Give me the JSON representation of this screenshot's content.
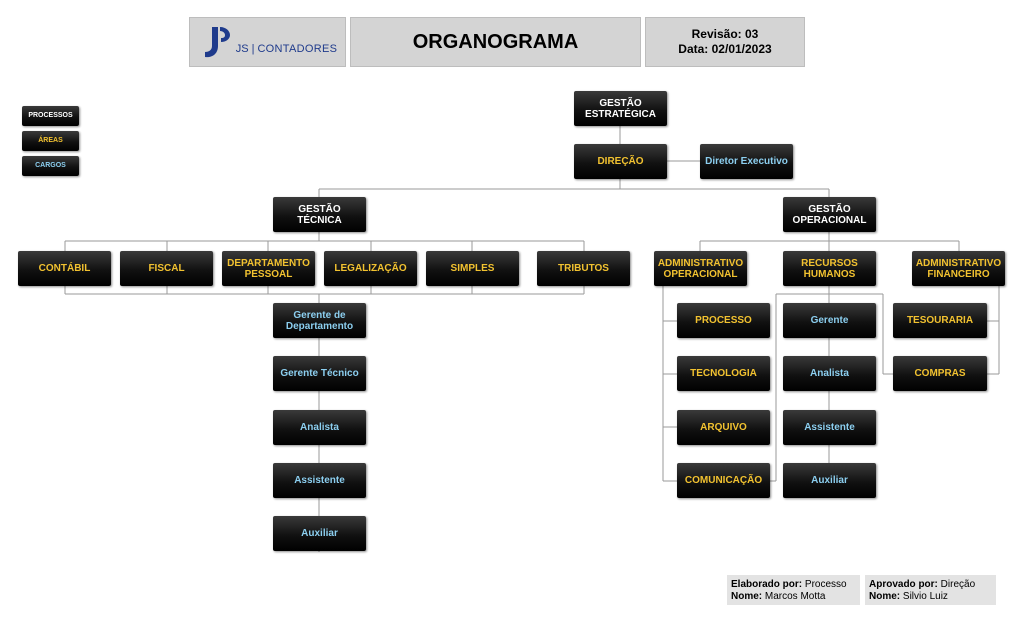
{
  "header": {
    "logo_letters": "JS",
    "logo_text": "CONTADORES",
    "title": "ORGANOGRAMA",
    "revision": "Revisão: 03",
    "date": "Data: 02/01/2023"
  },
  "legend": {
    "processos": "PROCESSOS",
    "areas": "ÁREAS",
    "cargos": "CARGOS"
  },
  "nodes": {
    "gestao_estrategica": "GESTÃO ESTRATÉGICA",
    "direcao": "DIREÇÃO",
    "diretor_executivo": "Diretor Executivo",
    "gestao_tecnica": "GESTÃO TÉCNICA",
    "gestao_operacional": "GESTÃO OPERACIONAL",
    "contabil": "CONTÁBIL",
    "fiscal": "FISCAL",
    "departamento_pessoal": "DEPARTAMENTO PESSOAL",
    "legalizacao": "LEGALIZAÇÃO",
    "simples": "SIMPLES",
    "tributos": "TRIBUTOS",
    "gerente_departamento": "Gerente de Departamento",
    "gerente_tecnico": "Gerente Técnico",
    "analista_t": "Analista",
    "assistente_t": "Assistente",
    "auxiliar_t": "Auxiliar",
    "adm_operacional": "ADMINISTRATIVO OPERACIONAL",
    "recursos_humanos": "RECURSOS HUMANOS",
    "adm_financeiro": "ADMINISTRATIVO FINANCEIRO",
    "processo": "PROCESSO",
    "tecnologia": "TECNOLOGIA",
    "arquivo": "ARQUIVO",
    "comunicacao": "COMUNICAÇÃO",
    "gerente_rh": "Gerente",
    "analista_rh": "Analista",
    "assistente_rh": "Assistente",
    "auxiliar_rh": "Auxiliar",
    "tesouraria": "TESOURARIA",
    "compras": "COMPRAS"
  },
  "footer": {
    "elaborado_label": "Elaborado por:",
    "elaborado_value": " Processo",
    "elaborado_nome_label": "Nome:",
    "elaborado_nome_value": " Marcos Motta",
    "aprovado_label": "Aprovado por:",
    "aprovado_value": " Direção",
    "aprovado_nome_label": "Nome:",
    "aprovado_nome_value": " Silvio Luiz"
  },
  "colors": {
    "processo_text": "#ffffff",
    "area_text": "#f2c230",
    "cargo_text": "#8ccff0",
    "header_bg": "#d4d4d4",
    "logo_blue": "#1f3b8c"
  }
}
